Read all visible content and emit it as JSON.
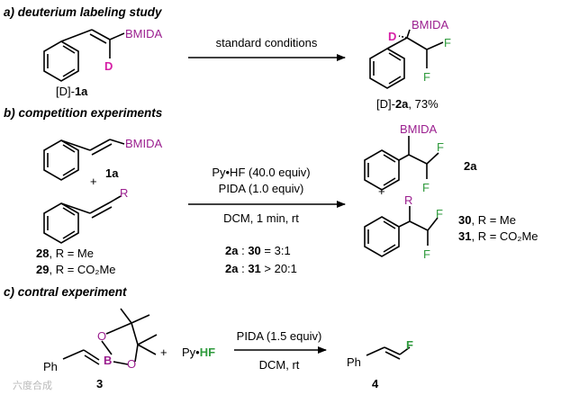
{
  "section_a": {
    "title": "a) deuterium labeling study",
    "reactant": {
      "group": "BMIDA",
      "label_d": "D",
      "caption_prefix": "[D]-",
      "caption_bold": "1a"
    },
    "arrow_label": "standard conditions",
    "product": {
      "group": "BMIDA",
      "label_d": "D",
      "f1": "F",
      "f2": "F",
      "caption_prefix": "[D]-",
      "caption_bold": "2a",
      "caption_suffix": ", 73%"
    }
  },
  "section_b": {
    "title": "b) competition experiments",
    "reactant1": {
      "group": "BMIDA",
      "label": "1a"
    },
    "plus": "+",
    "reactant2": {
      "group": "R",
      "label1_num": "28",
      "label1_rest": ", R = Me",
      "label2_num": "29",
      "label2_rest": ", R = CO₂Me"
    },
    "conditions": [
      "Py•HF (40.0 equiv)",
      "PIDA (1.0 equiv)",
      "DCM, 1 min, rt"
    ],
    "ratio1": {
      "a": "2a",
      "sep": " : ",
      "b": "30",
      "val": " = 3:1"
    },
    "ratio2": {
      "a": "2a",
      "sep": " : ",
      "b": "31",
      "val": " > 20:1"
    },
    "product1": {
      "group": "BMIDA",
      "f1": "F",
      "f2": "F",
      "label": "2a"
    },
    "plus2": "+",
    "product2": {
      "group": "R",
      "f1": "F",
      "f2": "F",
      "label1_num": "30",
      "label1_rest": ", R = Me",
      "label2_num": "31",
      "label2_rest": ", R = CO₂Me"
    }
  },
  "section_c": {
    "title": "c) contral experiment",
    "reactant": {
      "ph": "Ph",
      "o1": "O",
      "o2": "O",
      "b": "B",
      "label": "3"
    },
    "plus": "+",
    "reagent": {
      "prefix": "Py•",
      "hf": "HF"
    },
    "arrow_top": "PIDA (1.5 equiv)",
    "arrow_bottom": "DCM, rt",
    "product": {
      "ph": "Ph",
      "f": "F",
      "label": "4"
    }
  },
  "watermark": "六度合成",
  "colors": {
    "boron_group": "#9b1f8f",
    "fluorine": "#2e9a3c",
    "deuterium": "#d61fa6"
  }
}
